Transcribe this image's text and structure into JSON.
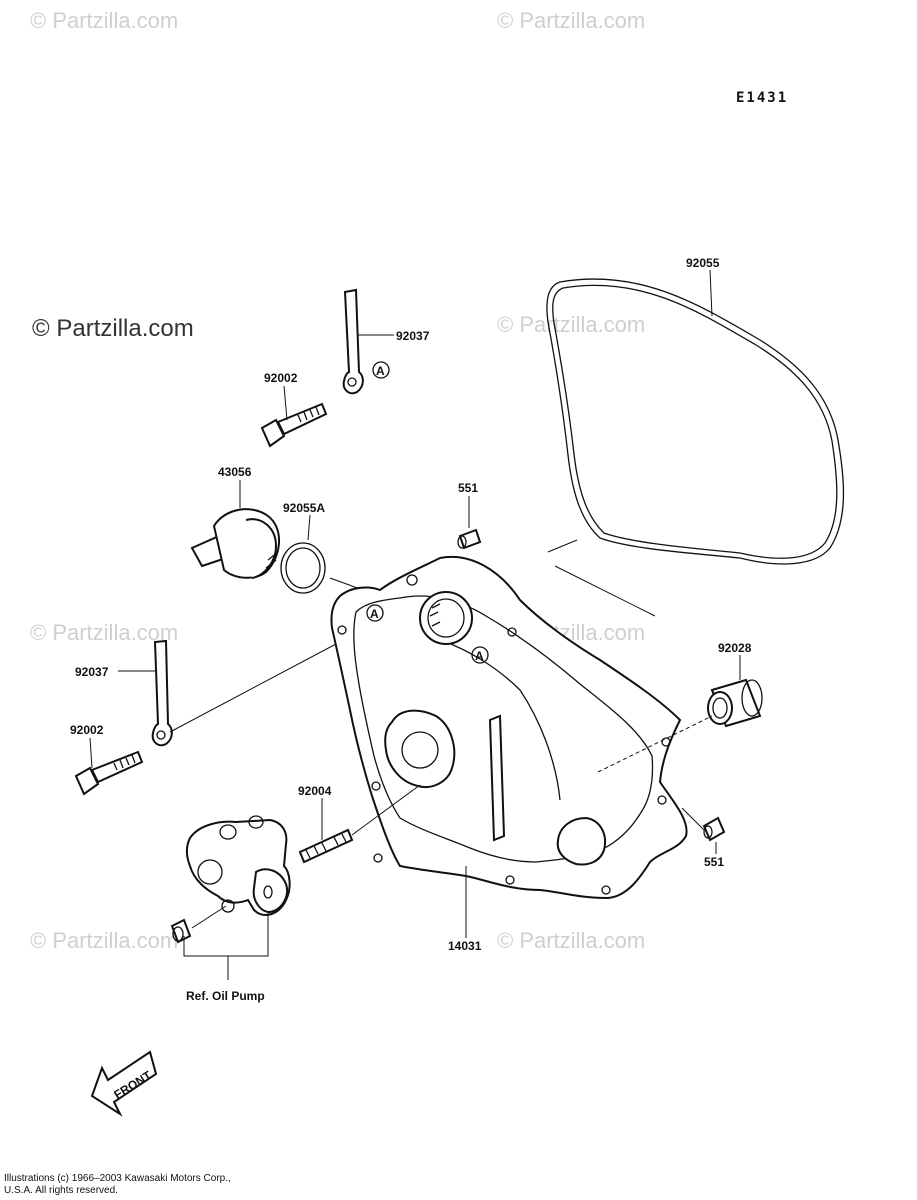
{
  "diagram_code": "E1431",
  "watermarks": [
    "© Partzilla.com",
    "© Partzilla.com",
    "© Partzilla.com",
    "© Partzilla.com",
    "© Partzilla.com",
    "© Partzilla.com",
    "© Partzilla.com",
    "© Partzilla.com"
  ],
  "watermark_main": "© Partzilla.com",
  "parts": {
    "gasket": "92055",
    "clamp_top": "92037",
    "bolt_top": "92002",
    "oil_cap": "43056",
    "oring": "92055A",
    "dowel_top": "551",
    "clamp_left": "92037",
    "bolt_left": "92002",
    "bushing": "92028",
    "stud": "92004",
    "dowel_right": "551",
    "cover": "14031"
  },
  "marker_letter": "A",
  "ref_label": "Ref. Oil Pump",
  "front_label": "FRONT",
  "copyright": {
    "line1": "Illustrations (c) 1966–2003 Kawasaki Motors Corp.,",
    "line2": "U.S.A.  All rights reserved."
  }
}
